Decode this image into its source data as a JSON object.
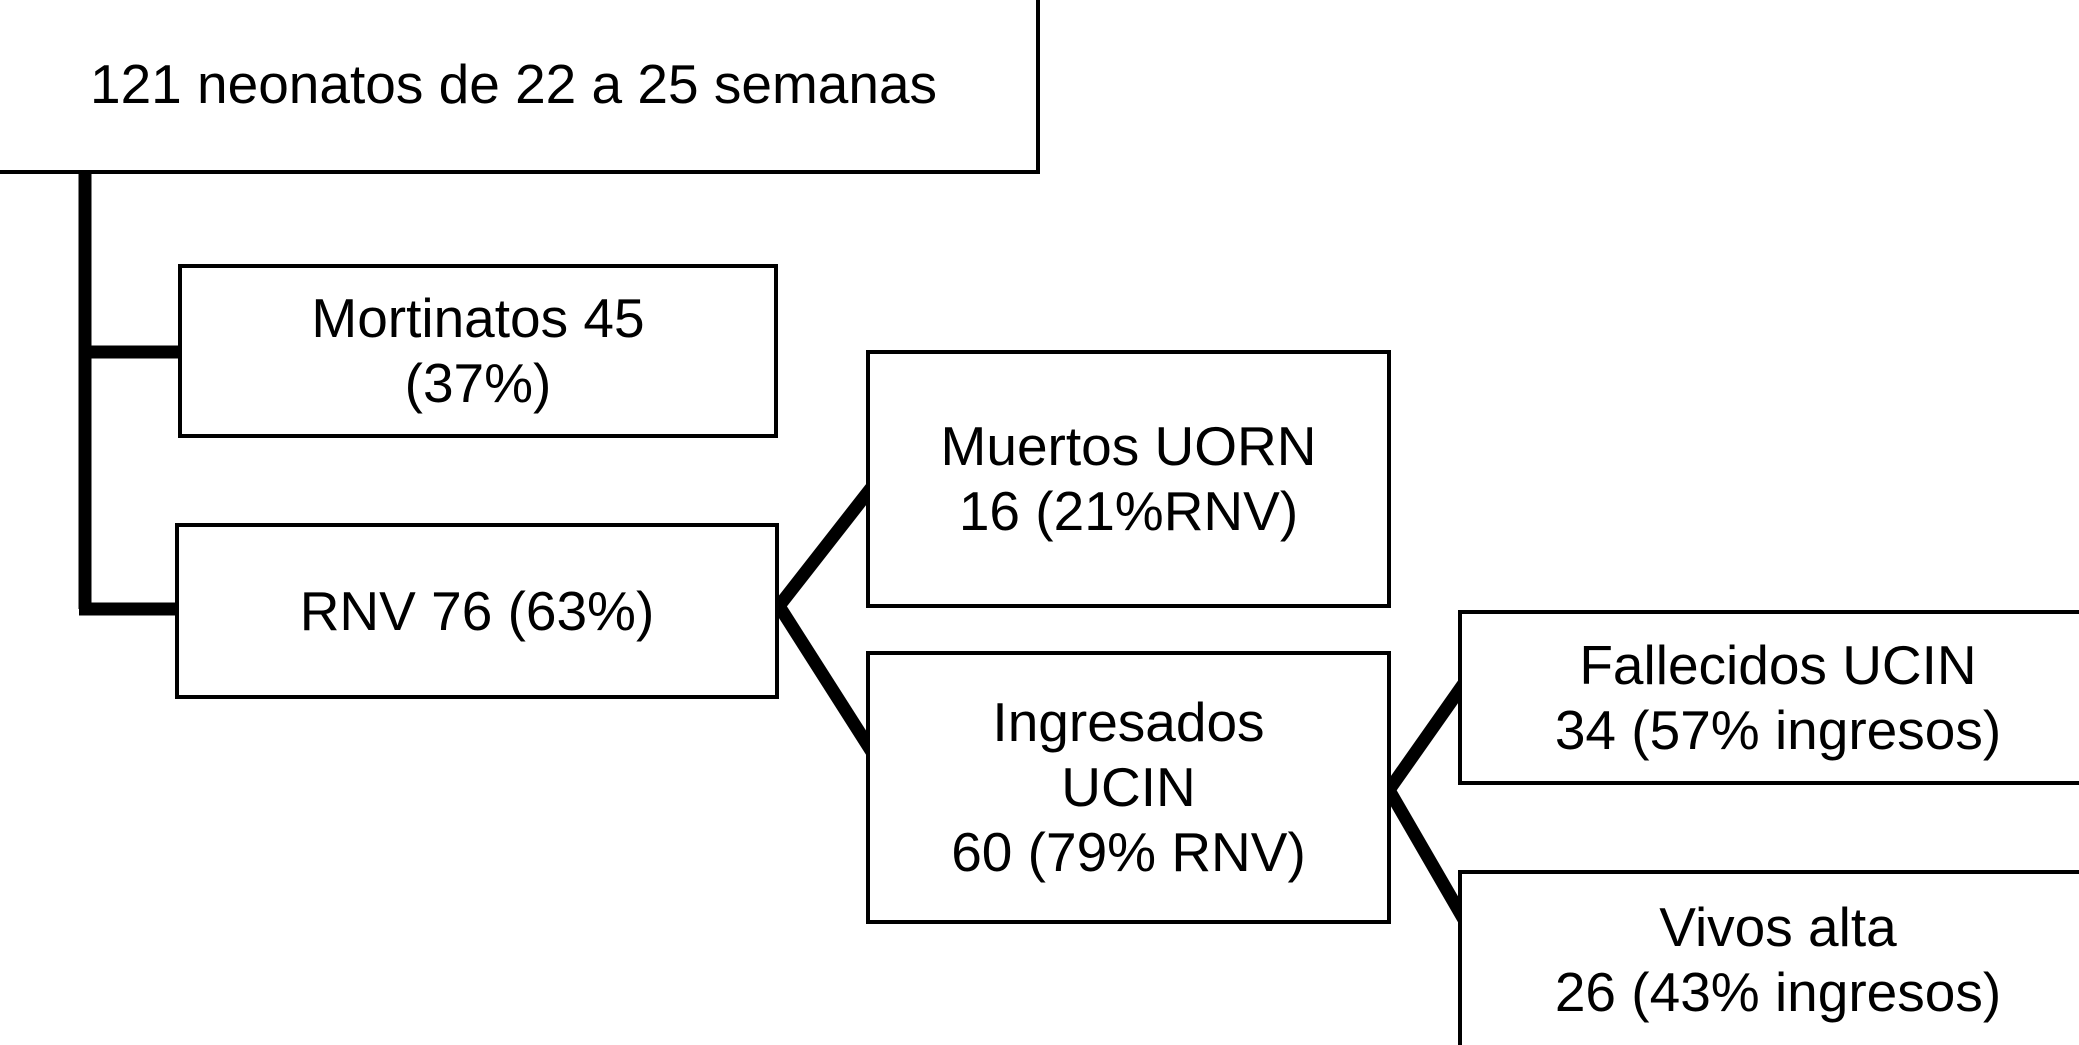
{
  "diagram": {
    "type": "flowchart",
    "title_text": "121 neonatos de 22 a 25 semanas",
    "orientation": "left-to-right",
    "colors": {
      "box_border": "#000000",
      "box_fill": "#ffffff",
      "connector": "#000000",
      "text": "#000000"
    },
    "nodes": [
      {
        "id": "total",
        "name": "cohort-total",
        "lines": [
          "121 neonatos de 22 a 25 semanas"
        ],
        "count": 121
      },
      {
        "id": "mortinatos",
        "name": "stillbirths",
        "lines": [
          "Mortinatos 45",
          "(37%)"
        ],
        "count": 45,
        "percent": "37%"
      },
      {
        "id": "rnv",
        "name": "live-births",
        "lines": [
          "RNV 76 (63%)"
        ],
        "count": 76,
        "percent": "63%"
      },
      {
        "id": "muertos",
        "name": "deaths-delivery-room",
        "lines": [
          "Muertos UORN",
          "16 (21%RNV)"
        ],
        "count": 16,
        "percent": "21%RNV"
      },
      {
        "id": "ingresados",
        "name": "nicu-admissions",
        "lines": [
          "Ingresados",
          "UCIN",
          "60 (79% RNV)"
        ],
        "count": 60,
        "percent": "79% RNV"
      },
      {
        "id": "fallecidos",
        "name": "nicu-deaths",
        "lines": [
          "Fallecidos UCIN",
          "34 (57% ingresos)"
        ],
        "count": 34,
        "percent": "57% ingresos"
      },
      {
        "id": "vivos",
        "name": "discharged-alive",
        "lines": [
          "Vivos alta",
          "26 (43% ingresos)"
        ],
        "count": 26,
        "percent": "43% ingresos"
      }
    ],
    "edges": [
      {
        "from": "total",
        "to": "mortinatos",
        "style": "orthogonal"
      },
      {
        "from": "total",
        "to": "rnv",
        "style": "orthogonal"
      },
      {
        "from": "rnv",
        "to": "muertos",
        "style": "diagonal"
      },
      {
        "from": "rnv",
        "to": "ingresados",
        "style": "diagonal"
      },
      {
        "from": "ingresados",
        "to": "fallecidos",
        "style": "diagonal"
      },
      {
        "from": "ingresados",
        "to": "vivos",
        "style": "diagonal"
      }
    ]
  }
}
